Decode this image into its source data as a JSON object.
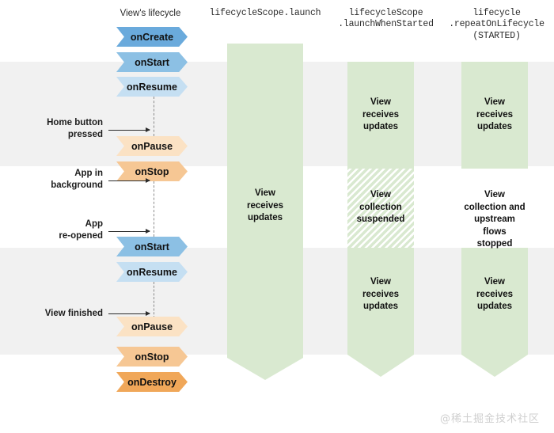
{
  "diagram": {
    "title": "Android lifecycle vs coroutine collection strategies",
    "watermark": "@稀土掘金技术社区",
    "colors": {
      "band": "#f1f1f1",
      "green_bar": "#d9e9d0",
      "chevron_blue_dark": "#6aaadc",
      "chevron_blue_mid": "#8cc0e4",
      "chevron_blue_light": "#c5dff2",
      "chevron_orange_light": "#fbe2c4",
      "chevron_orange_mid": "#f6c794",
      "chevron_orange_dark": "#f0a759",
      "arrow": "#2b2b2b",
      "dash": "#8a8a8a",
      "watermark": "#cfcfcf"
    }
  },
  "columns": {
    "lifecycle": {
      "header": "View's lifecycle"
    },
    "launch": {
      "header": "lifecycleScope.launch"
    },
    "launch_when_started": {
      "header_line1": "lifecycleScope",
      "header_line2": ".launchWhenStarted"
    },
    "repeat_on_lifecycle": {
      "header_line1": "lifecycle",
      "header_line2": ".repeatOnLifecycle",
      "header_line3": "(STARTED)"
    }
  },
  "lifecycle_events": [
    {
      "label": "onCreate",
      "phase": "create",
      "color": "#6aaadc"
    },
    {
      "label": "onStart",
      "phase": "start",
      "color": "#8cc0e4"
    },
    {
      "label": "onResume",
      "phase": "resume",
      "color": "#c5dff2"
    },
    {
      "label": "onPause",
      "phase": "pause",
      "color": "#fbe2c4"
    },
    {
      "label": "onStop",
      "phase": "stop",
      "color": "#f6c794"
    },
    {
      "label": "onStart",
      "phase": "start",
      "color": "#8cc0e4"
    },
    {
      "label": "onResume",
      "phase": "resume",
      "color": "#c5dff2"
    },
    {
      "label": "onPause",
      "phase": "pause",
      "color": "#fbe2c4"
    },
    {
      "label": "onStop",
      "phase": "stop",
      "color": "#f6c794"
    },
    {
      "label": "onDestroy",
      "phase": "destroy",
      "color": "#f0a759"
    }
  ],
  "user_events": [
    {
      "line1": "Home button",
      "line2": "pressed"
    },
    {
      "line1": "App in",
      "line2": "background"
    },
    {
      "line1": "App",
      "line2": "re-opened"
    },
    {
      "line1": "View finished",
      "line2": ""
    }
  ],
  "states": {
    "launch_all": "View\nreceives\nupdates",
    "lws_top": "View\nreceives\nupdates",
    "lws_mid": "View\ncollection\nsuspended",
    "lws_bot": "View\nreceives\nupdates",
    "rol_top": "View\nreceives\nupdates",
    "rol_mid": "View\ncollection and\nupstream\nflows\nstopped",
    "rol_bot": "View\nreceives\nupdates"
  }
}
